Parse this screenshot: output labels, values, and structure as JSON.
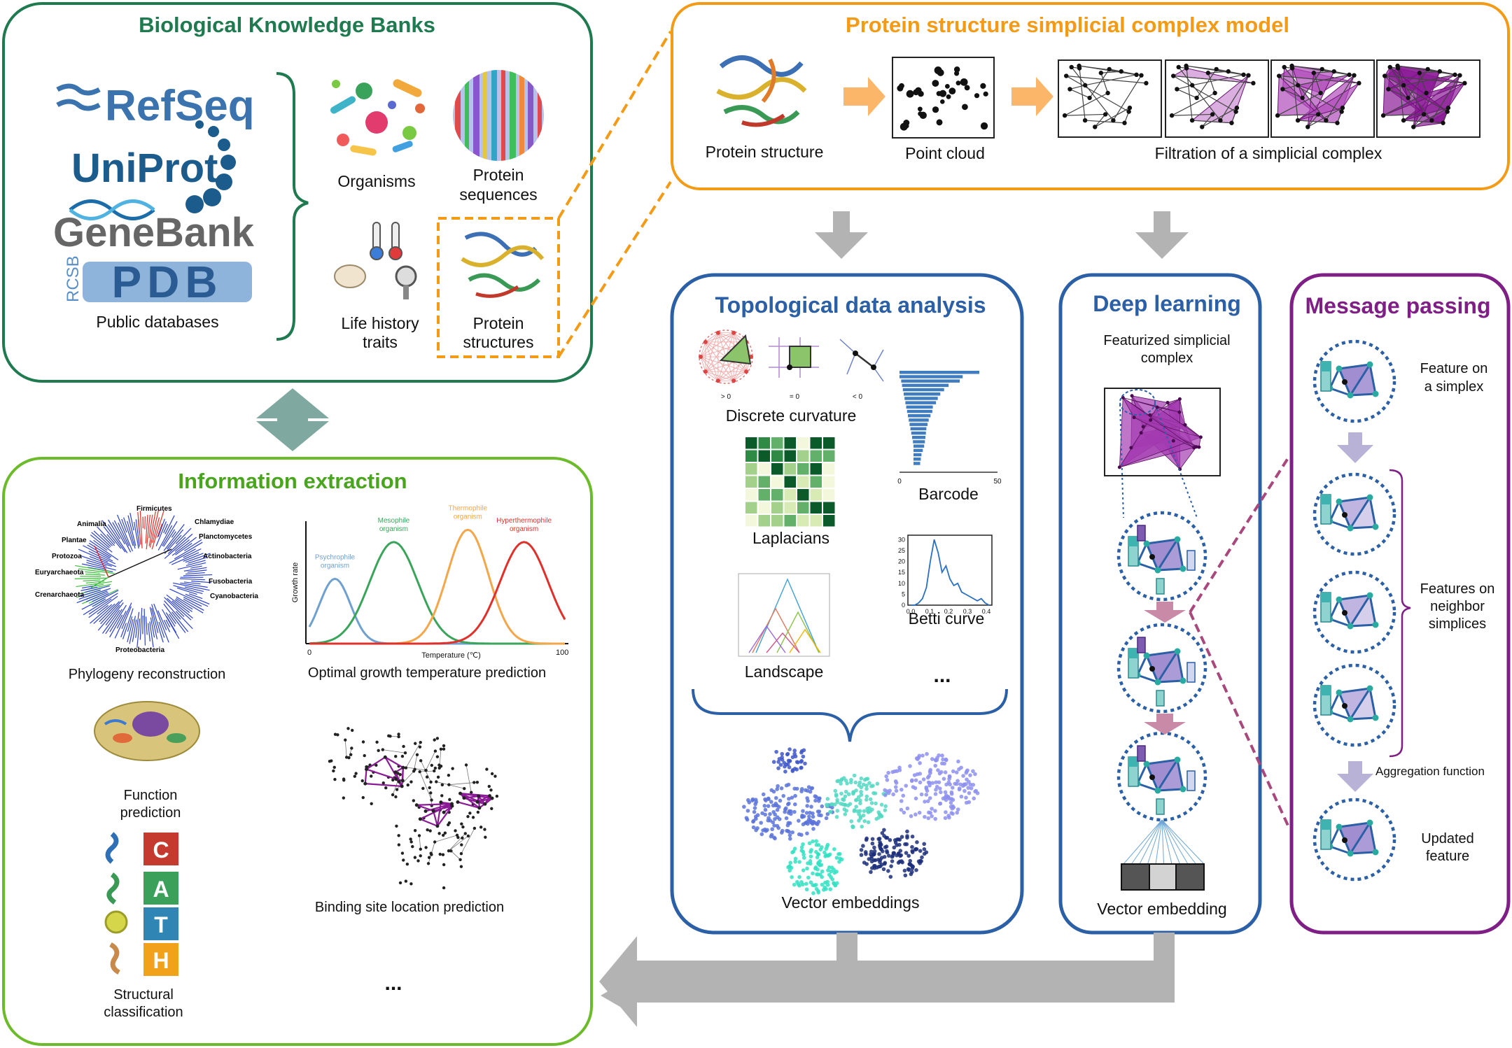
{
  "banks": {
    "title": "Biological Knowledge Banks",
    "logos": {
      "refseq": "RefSeq",
      "uniprot": "UniProt",
      "genebank": "GeneBank",
      "rcsb": "RCSB",
      "pdb": "PDB"
    },
    "public_databases": "Public databases",
    "organisms": "Organisms",
    "protein_sequences": [
      "Protein",
      "sequences"
    ],
    "life_history": [
      "Life history",
      "traits"
    ],
    "protein_structures": [
      "Protein",
      "structures"
    ]
  },
  "psc": {
    "title": "Protein structure simplicial complex model",
    "protein_structure": "Protein structure",
    "point_cloud": "Point cloud",
    "filtration": "Filtration of a simplicial complex"
  },
  "tda": {
    "title": "Topological data analysis",
    "curv_ticks": [
      "> 0",
      "= 0",
      "< 0"
    ],
    "discrete_curvature": "Discrete curvature",
    "barcode": "Barcode",
    "barcode_ticks": [
      "0",
      "50"
    ],
    "laplacians": "Laplacians",
    "betti_curve": "Betti curve",
    "betti_yticks": [
      "0",
      "5",
      "10",
      "15",
      "20",
      "25",
      "30"
    ],
    "betti_xticks": [
      "0.0",
      "0.1",
      "0.2",
      "0.3",
      "0.4"
    ],
    "landscape": "Landscape",
    "ellipsis": "...",
    "vector_embeddings": "Vector embeddings"
  },
  "dl": {
    "title": "Deep learning",
    "featurized": [
      "Featurized simplicial",
      "complex"
    ],
    "vector_embedding": "Vector embedding"
  },
  "mp": {
    "title": "Message passing",
    "feature_on": [
      "Feature on",
      "a simplex"
    ],
    "features_neighbor": [
      "Features on",
      "neighbor",
      "simplices"
    ],
    "aggregation": "Aggregation function",
    "updated": [
      "Updated",
      "feature"
    ]
  },
  "ie": {
    "title": "Information extraction",
    "tree_labels": [
      "Firmicutes",
      "Chlamydiae",
      "Animalia",
      "Planctomycetes",
      "Plantae",
      "Actinobacteria",
      "Protozoa",
      "Euryarchaeota",
      "Fusobacteria",
      "Crenarchaeota",
      "Cyanobacteria",
      "Proteobacteria"
    ],
    "phylogeny": "Phylogeny reconstruction",
    "growth": {
      "organisms": [
        [
          "Psychrophile",
          "organism"
        ],
        [
          "Mesophile",
          "organism"
        ],
        [
          "Thermophile",
          "organism"
        ],
        [
          "Hyperthermophile",
          "organism"
        ]
      ],
      "ylabel": "Growth rate",
      "xlabel": "Temperature (℃)",
      "xticks": [
        "0",
        "100"
      ]
    },
    "optimal_growth": "Optimal growth temperature prediction",
    "function": [
      "Function",
      "prediction"
    ],
    "binding": "Binding site location prediction",
    "cath": [
      "C",
      "A",
      "T",
      "H"
    ],
    "structural": [
      "Structural",
      "classification"
    ],
    "ellipsis": "..."
  },
  "colors": {
    "banks": "#1f7a4f",
    "psc": "#f39a16",
    "tda": "#2b5fa6",
    "mp": "#7f1f86",
    "ie": "#6cbb2b",
    "arrow_grey": "#b3b3b3",
    "double_arrow": "#7fa9a0",
    "simplex_purple": "#9b2aa4"
  }
}
